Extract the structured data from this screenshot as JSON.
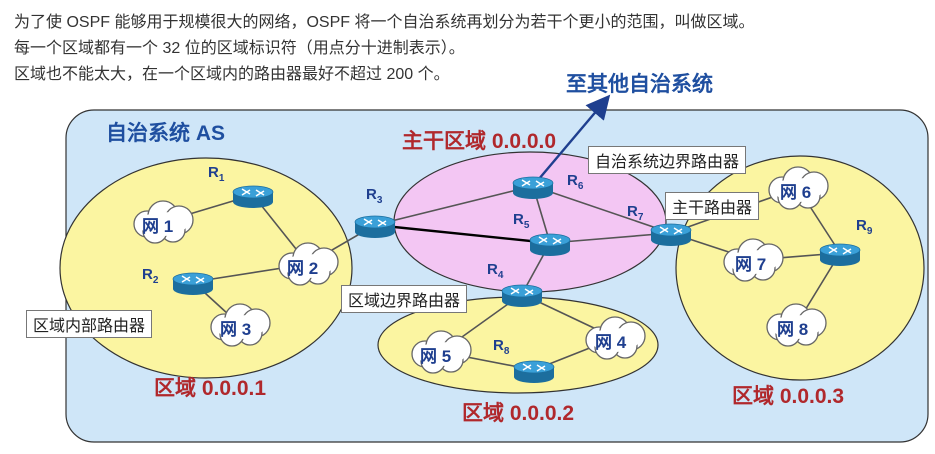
{
  "intro": {
    "line1": "为了使 OSPF 能够用于规模很大的网络，OSPF 将一个自治系统再划分为若干个更小的范围，叫做区域。",
    "line2": "每一个区域都有一个 32 位的区域标识符（用点分十进制表示）。",
    "line3": "区域也不能太大，在一个区域内的路由器最好不超过 200 个。"
  },
  "external_label": "至其他自治系统",
  "as_label": "自治系统 AS",
  "areas": {
    "backbone": "主干区域 0.0.0.0",
    "a1": "区域 0.0.0.1",
    "a2": "区域 0.0.0.2",
    "a3": "区域 0.0.0.3"
  },
  "callouts": {
    "asbr": "自治系统边界路由器",
    "backbone_router": "主干路由器",
    "abr": "区域边界路由器",
    "internal": "区域内部路由器"
  },
  "routers": {
    "r1": {
      "name": "R",
      "sub": "1"
    },
    "r2": {
      "name": "R",
      "sub": "2"
    },
    "r3": {
      "name": "R",
      "sub": "3"
    },
    "r4": {
      "name": "R",
      "sub": "4"
    },
    "r5": {
      "name": "R",
      "sub": "5"
    },
    "r6": {
      "name": "R",
      "sub": "6"
    },
    "r7": {
      "name": "R",
      "sub": "7"
    },
    "r8": {
      "name": "R",
      "sub": "8"
    },
    "r9": {
      "name": "R",
      "sub": "9"
    }
  },
  "networks": {
    "n1": "网 1",
    "n2": "网 2",
    "n3": "网 3",
    "n4": "网 4",
    "n5": "网 5",
    "n6": "网 6",
    "n7": "网 7",
    "n8": "网 8"
  },
  "colors": {
    "as_fill": "#cfe6f8",
    "area_fill": "#fbf5a1",
    "backbone_fill": "#f3c6f3",
    "router": "#2e8fc4",
    "link": "#555555"
  }
}
